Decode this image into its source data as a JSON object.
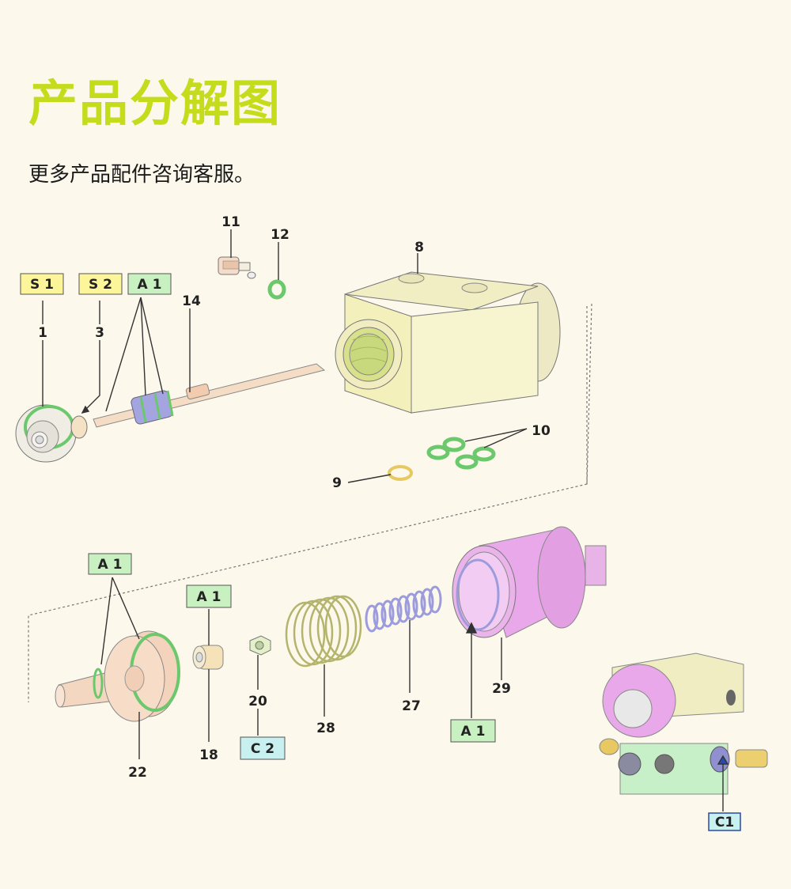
{
  "page": {
    "title": "产品分解图",
    "subtitle": "更多产品配件咨询客服。"
  },
  "colors": {
    "title": "#c4dc1c",
    "background": "#fcf8ec",
    "tag_yellow": "#fdf59a",
    "tag_green": "#c9f0c0",
    "tag_cyan": "#c8f0f0",
    "body_yellow": "#f4f0bc",
    "seal_green": "#6cc86c",
    "pink": "#e6a0e6",
    "violet": "#9c9cdc"
  },
  "parts": {
    "p1": "1",
    "p3": "3",
    "p8": "8",
    "p9": "9",
    "p10": "10",
    "p11": "11",
    "p12": "12",
    "p14": "14",
    "p18": "18",
    "p20": "20",
    "p22": "22",
    "p27": "27",
    "p28": "28",
    "p29": "29"
  },
  "tags": {
    "s1": "S 1",
    "s2": "S 2",
    "a1_top": "A 1",
    "a1_left": "A 1",
    "a1_mid": "A 1",
    "a1_bottom": "A 1",
    "c2": "C 2",
    "c1": "C1"
  }
}
